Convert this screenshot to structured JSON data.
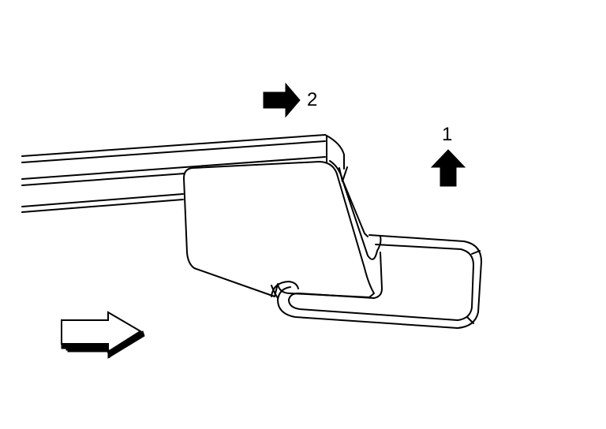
{
  "diagram": {
    "callouts": [
      {
        "number": "1",
        "meaning": "up-arrow"
      },
      {
        "number": "2",
        "meaning": "right-arrow"
      }
    ],
    "colors": {
      "line": "#000000",
      "background": "#ffffff"
    },
    "icons": [
      "right-arrow-icon",
      "up-arrow-icon",
      "hollow-direction-arrow-icon"
    ]
  }
}
